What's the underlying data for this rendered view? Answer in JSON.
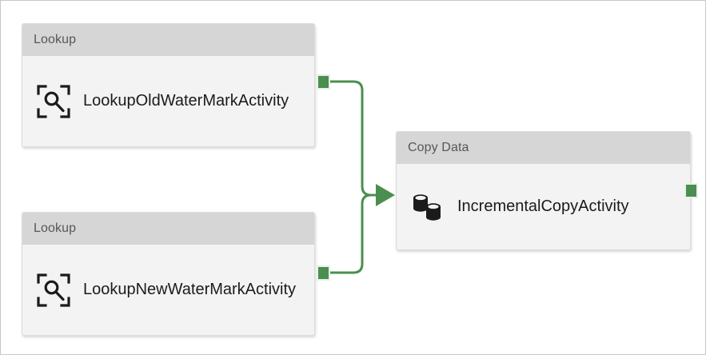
{
  "diagram": {
    "type": "pipeline-authoring-canvas",
    "background_color": "#ffffff",
    "accent_color": "#4a8f4f",
    "header_color": "#d6d6d6",
    "body_color": "#f3f3f3"
  },
  "nodes": [
    {
      "id": "lookup-old-watermark",
      "header": "Lookup",
      "title": "LookupOldWaterMarkActivity",
      "icon": "lookup-magnifier-icon",
      "output_port": "output-port"
    },
    {
      "id": "lookup-new-watermark",
      "header": "Lookup",
      "title": "LookupNewWaterMarkActivity",
      "icon": "lookup-magnifier-icon",
      "output_port": "output-port"
    },
    {
      "id": "incremental-copy",
      "header": "Copy Data",
      "title": "IncrementalCopyActivity",
      "icon": "database-copy-icon",
      "output_port": "output-port"
    }
  ],
  "connections": [
    {
      "from": "lookup-old-watermark",
      "to": "incremental-copy",
      "color": "#4a8f4f"
    },
    {
      "from": "lookup-new-watermark",
      "to": "incremental-copy",
      "color": "#4a8f4f"
    }
  ]
}
